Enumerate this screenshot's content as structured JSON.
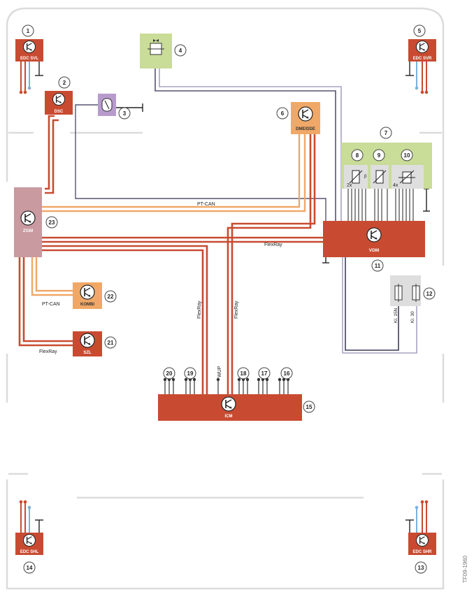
{
  "components": {
    "edc_svl": {
      "label": "EDC SVL",
      "num": "1"
    },
    "dsc": {
      "label": "DSC",
      "num": "2"
    },
    "sensor3": {
      "num": "3"
    },
    "sensor4": {
      "num": "4"
    },
    "edc_svr": {
      "label": "EDC SVR",
      "num": "5"
    },
    "dme": {
      "label": "DME/DDE",
      "num": "6"
    },
    "vdm_group": {
      "num": "7"
    },
    "sensor8": {
      "num": "8",
      "multiplier": "2x"
    },
    "sensor9": {
      "num": "9"
    },
    "sensor10": {
      "num": "10",
      "multiplier": "4x"
    },
    "vdm": {
      "label": "VDM",
      "num": "11"
    },
    "relay12": {
      "num": "12",
      "kl15n": "Kl. 15N",
      "kl30": "Kl. 30"
    },
    "edc_shr": {
      "label": "EDC SHR",
      "num": "13"
    },
    "edc_shl": {
      "label": "EDC SHL",
      "num": "14"
    },
    "icm": {
      "label": "ICM",
      "num": "15"
    },
    "pin16": {
      "num": "16"
    },
    "pin17": {
      "num": "17"
    },
    "pin18": {
      "num": "18"
    },
    "pin19": {
      "num": "19"
    },
    "pin20": {
      "num": "20"
    },
    "szl": {
      "label": "SZL",
      "num": "21"
    },
    "kombi": {
      "label": "KOMBI",
      "num": "22"
    },
    "zgm": {
      "label": "ZGM",
      "num": "23"
    }
  },
  "bus_labels": {
    "pt_can_top": "PT-CAN",
    "flexray_mid": "FlexRay",
    "pt_can_left": "PT-CAN",
    "flexray_left": "FlexRay",
    "flexray_v1": "FlexRay",
    "flexray_v2": "FlexRay",
    "wup": "WUP"
  },
  "figure_id": "TF09-1960",
  "colors": {
    "red_box": "#c84b31",
    "orange_box": "#f0a868",
    "green_box": "#c9dc98",
    "purple_box": "#b79bcd",
    "mauve_box": "#c99aa0",
    "grey_box": "#dedede",
    "flexray": "#c84b31",
    "ptcan": "#f0a868",
    "wire_dark": "#55546e",
    "wire_light": "#a9a3c2",
    "blue_wire": "#7ab2d9",
    "chassis": "#dcdcdc"
  }
}
